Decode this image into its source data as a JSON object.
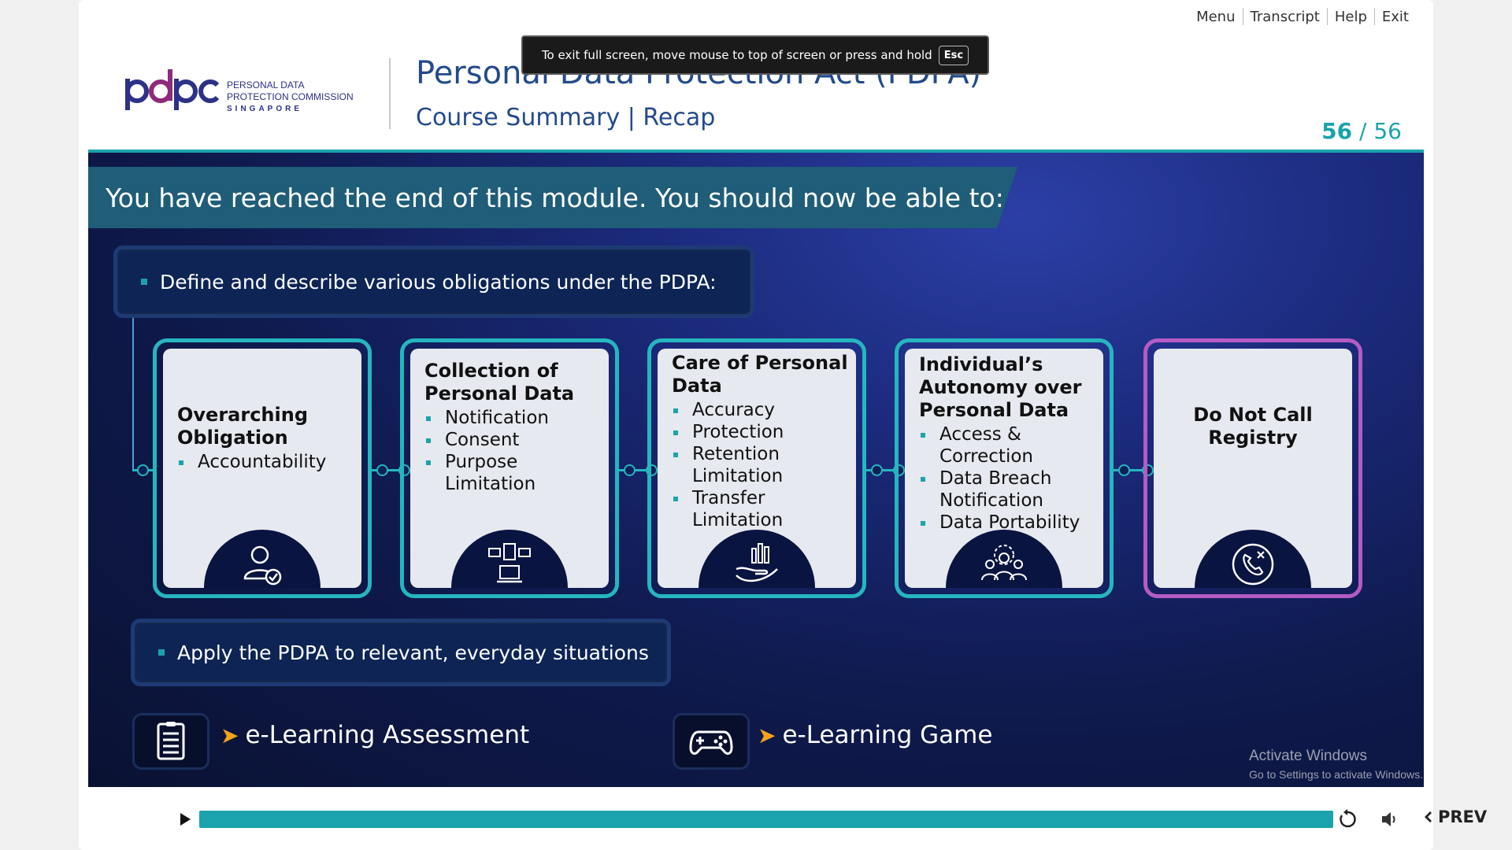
{
  "nav": {
    "menu": "Menu",
    "transcript": "Transcript",
    "help": "Help",
    "exit": "Exit"
  },
  "header": {
    "logo_mark": "pdpc",
    "logo_line1": "PERSONAL DATA",
    "logo_line2": "PROTECTION COMMISSION",
    "logo_line3": "SINGAPORE",
    "course_title": "Personal Data Protection Act (PDPA)",
    "course_subtitle": "Course Summary | Recap",
    "page_current": "56",
    "page_separator": "/",
    "page_total": "56"
  },
  "fullscreen_toast": {
    "message": "To exit full screen, move mouse to top of screen or press and hold",
    "key": "Esc"
  },
  "slide": {
    "heading": "You have reached the end of this module. You should now be able to:",
    "obligations_text": "Define and describe various obligations under the PDPA:",
    "cards": [
      {
        "title": "Overarching Obligation",
        "items": [
          "Accountability"
        ],
        "icon": "person-check-icon"
      },
      {
        "title": "Collection of Personal Data",
        "items": [
          "Notification",
          "Consent",
          "Purpose Limitation"
        ],
        "icon": "devices-icon"
      },
      {
        "title": "Care of Personal Data",
        "items": [
          "Accuracy",
          "Protection",
          "Retention Limitation",
          "Transfer Limitation"
        ],
        "icon": "hand-chart-icon"
      },
      {
        "title": "Individual’s Autonomy over Personal Data",
        "items": [
          "Access & Correction",
          "Data Breach Notification",
          "Data Portability"
        ],
        "icon": "people-gear-icon"
      },
      {
        "title": "Do Not Call Registry",
        "items": [],
        "icon": "no-call-icon"
      }
    ],
    "apply_text": "Apply the PDPA to relevant, everyday situations",
    "assessment_label": "e-Learning Assessment",
    "game_label": "e-Learning Game",
    "arrow_glyph": "➤"
  },
  "watermark": {
    "line1": "Activate Windows",
    "line2": "Go to Settings to activate Windows."
  },
  "player": {
    "progress": 1.0,
    "prev_label": "PREV"
  },
  "colors": {
    "accent": "#1aa3ad",
    "brand_blue": "#2d3187",
    "brand_purple": "#8e2a7a",
    "pink_card": "#b55bc4"
  }
}
